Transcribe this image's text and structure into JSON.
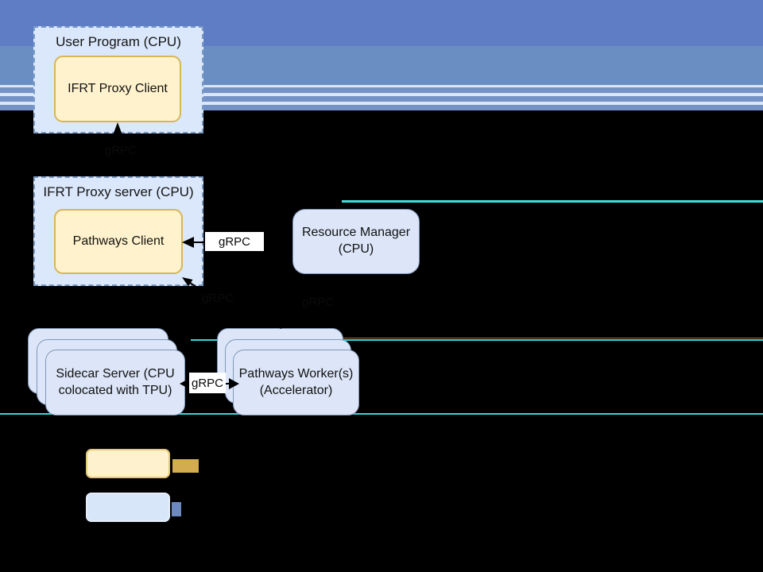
{
  "diagram": {
    "user_program": {
      "title": "User Program (CPU)"
    },
    "ifrt_proxy_client": {
      "label": "IFRT Proxy Client"
    },
    "ifrt_proxy_server": {
      "title": "IFRT Proxy server (CPU)"
    },
    "pathways_client": {
      "label": "Pathways Client"
    },
    "resource_manager": {
      "line1": "Resource Manager",
      "line2": "(CPU)"
    },
    "sidecar_server": {
      "line1": "Sidecar Server (CPU",
      "line2": "colocated with TPU)"
    },
    "pathways_workers": {
      "line1": "Pathways Worker(s)",
      "line2": "(Accelerator)"
    },
    "edge_labels": {
      "client_to_server": "gRPC",
      "pathways_resource": "gRPC",
      "sidecar_to_pathways_client": "gRPC",
      "resource_to_workers": "gRPC",
      "sidecar_to_workers": "gRPC"
    },
    "legend": {
      "yellow_swatch_color": "#fff2cc",
      "blue_swatch_color": "#dae8fc"
    },
    "colors": {
      "container_fill": "#dbe8fb",
      "container_border": "#7b9bc4",
      "yellow_fill": "#fff2cc",
      "yellow_border": "#d6b656",
      "blue_node_fill": "#dce6f8",
      "blue_node_border": "#8096b8",
      "stripe_blue": "#7492c5",
      "stripe_light": "#dce6f7",
      "band_blue_mid": "#6e8ec4",
      "band_blue_lower": "#6b8ec2",
      "band_gold": "#d3ac50",
      "band_bottom_blue": "#5f7dc4",
      "glitch_cyan": "#3ee0dc"
    }
  }
}
